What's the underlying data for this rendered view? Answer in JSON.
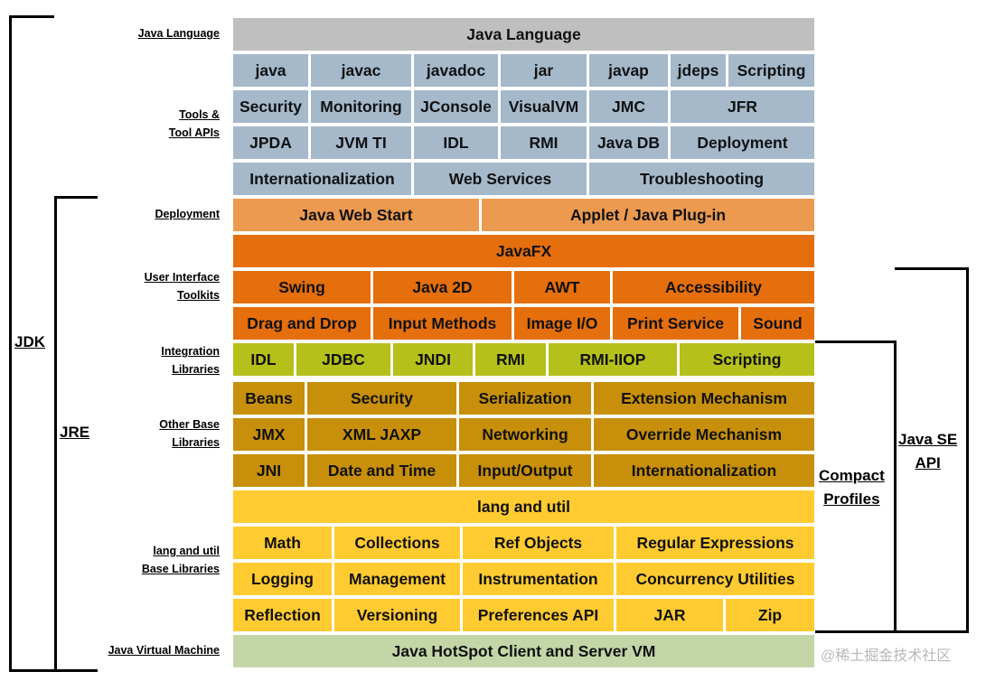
{
  "labels": {
    "java_language": "Java Language",
    "tools_1": "Tools &",
    "tools_2": "Tool APIs",
    "deployment": "Deployment",
    "ui_1": "User Interface",
    "ui_2": "Toolkits",
    "integration_1": "Integration",
    "integration_2": "Libraries",
    "other_1": "Other Base",
    "other_2": "Libraries",
    "lang_1": "lang and util",
    "lang_2": "Base Libraries",
    "jvm": "Java Virtual Machine"
  },
  "brackets": {
    "jdk": "JDK",
    "jre": "JRE",
    "compact_1": "Compact",
    "compact_2": "Profiles",
    "javase_1": "Java SE",
    "javase_2": "API"
  },
  "colors": {
    "language": "#bfbfbf",
    "tools": "#a5b9cb",
    "deployment": "#ec9a50",
    "ui": "#e56e0d",
    "integration": "#b5c01a",
    "other": "#c78f0a",
    "lang_util": "#ffcb30",
    "jvm": "#c4d6a8"
  },
  "rows": {
    "language": [
      "Java Language"
    ],
    "tools_1": [
      "java",
      "javac",
      "javadoc",
      "jar",
      "javap",
      "jdeps",
      "Scripting"
    ],
    "tools_2": [
      "Security",
      "Monitoring",
      "JConsole",
      "VisualVM",
      "JMC",
      "JFR"
    ],
    "tools_3": [
      "JPDA",
      "JVM TI",
      "IDL",
      "RMI",
      "Java DB",
      "Deployment"
    ],
    "tools_4": [
      "Internationalization",
      "Web Services",
      "Troubleshooting"
    ],
    "deployment": [
      "Java Web Start",
      "Applet / Java Plug-in"
    ],
    "javafx": [
      "JavaFX"
    ],
    "ui_1": [
      "Swing",
      "Java 2D",
      "AWT",
      "Accessibility"
    ],
    "ui_2": [
      "Drag and Drop",
      "Input Methods",
      "Image I/O",
      "Print Service",
      "Sound"
    ],
    "integration": [
      "IDL",
      "JDBC",
      "JNDI",
      "RMI",
      "RMI-IIOP",
      "Scripting"
    ],
    "other_1": [
      "Beans",
      "Security",
      "Serialization",
      "Extension Mechanism"
    ],
    "other_2": [
      "JMX",
      "XML JAXP",
      "Networking",
      "Override Mechanism"
    ],
    "other_3": [
      "JNI",
      "Date and Time",
      "Input/Output",
      "Internationalization"
    ],
    "lang_header": [
      "lang and util"
    ],
    "lang_1": [
      "Math",
      "Collections",
      "Ref Objects",
      "Regular Expressions"
    ],
    "lang_2": [
      "Logging",
      "Management",
      "Instrumentation",
      "Concurrency Utilities"
    ],
    "lang_3": [
      "Reflection",
      "Versioning",
      "Preferences API",
      "JAR",
      "Zip"
    ],
    "jvm": [
      "Java HotSpot Client and Server VM"
    ]
  },
  "watermark": "@稀土掘金技术社区"
}
